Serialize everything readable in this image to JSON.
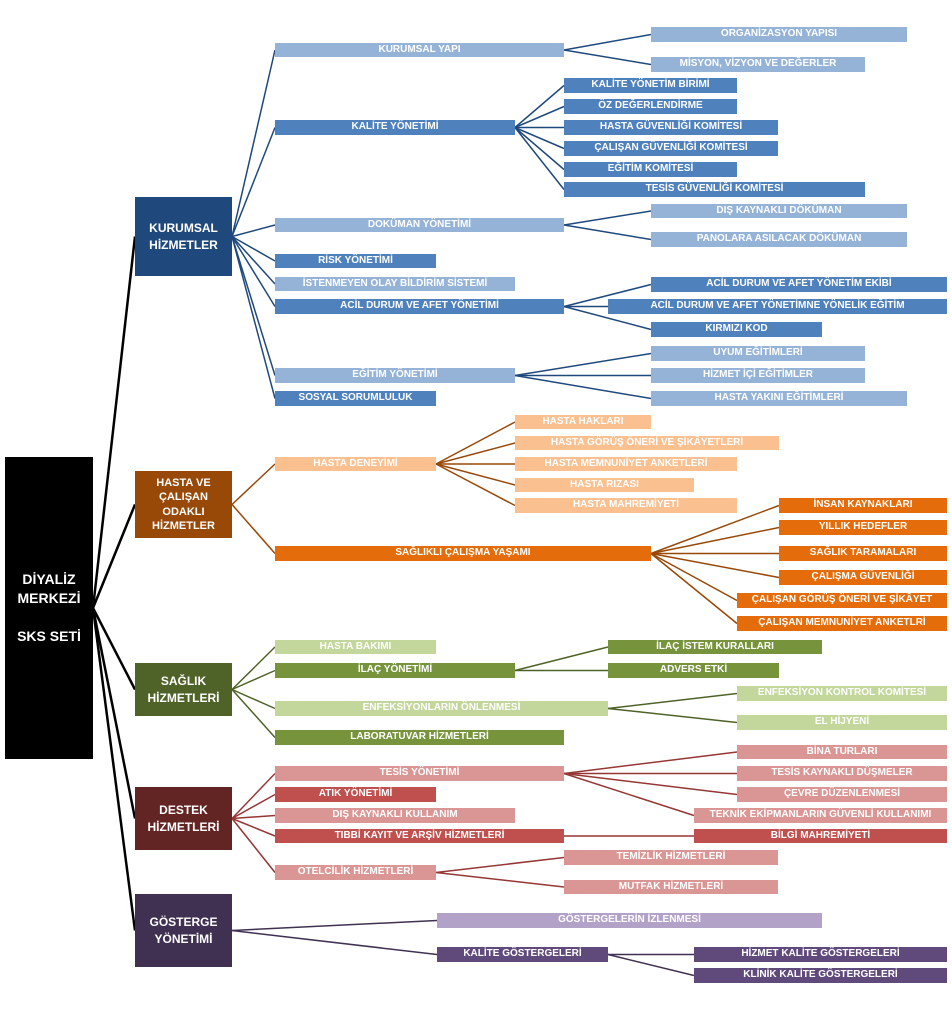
{
  "colors": {
    "root": "#000000",
    "kurumsal": {
      "main": "#1f497d",
      "mid": "#4f81bd",
      "light": "#95b3d7",
      "line": "#1f497d"
    },
    "hasta": {
      "main": "#984807",
      "mid": "#e46c0a",
      "light": "#fac090",
      "line": "#984807"
    },
    "saglik": {
      "main": "#4f6228",
      "mid": "#77933c",
      "light": "#c3d69b",
      "line": "#4f6228"
    },
    "destek": {
      "main": "#632523",
      "mid": "#c0504d",
      "light": "#d99694",
      "line": "#953735"
    },
    "gosterge": {
      "main": "#403152",
      "mid": "#604a7b",
      "light": "#b3a2c7",
      "line": "#403152"
    }
  },
  "root": "DİYALİZ\nMERKEZİ\n\nSKS SETİ",
  "groups": {
    "kurumsal": {
      "title": "KURUMSAL\nHİZMETLER",
      "kurumsal_yapi": "KURUMSAL YAPI",
      "organizasyon_yapisi": "ORGANİZASYON YAPISI",
      "misyon": "MİSYON, VİZYON VE DEĞERLER",
      "kalite_yonetimi": "KALİTE YÖNETİMİ",
      "kalite_birimi": "KALİTE YÖNETİM BİRİMİ",
      "oz_degerlendirme": "ÖZ DEĞERLENDİRME",
      "hasta_guvenligi_komitesi": "HASTA GÜVENLİĞİ KOMİTESİ",
      "calisan_guvenligi_komitesi": "ÇALIŞAN GÜVENLİĞİ KOMİTESİ",
      "egitim_komitesi": "EĞİTİM KOMİTESİ",
      "tesis_guvenligi_komitesi": "TESİS GÜVENLİĞİ KOMİTESİ",
      "dokuman_yonetimi": "DOKÜMAN YÖNETİMİ",
      "dis_kaynakli_dokuman": "DIŞ KAYNAKLI DÖKÜMAN",
      "panolara": "PANOLARA ASILACAK DÖKÜMAN",
      "risk_yonetimi": "RİSK YÖNETİMİ",
      "istenmeyen_olay": "İSTENMEYEN OLAY BİLDİRİM SİSTEMİ",
      "acil_durum": "ACİL DURUM VE AFET YÖNETİMİ",
      "acil_ekip": "ACİL DURUM VE AFET YÖNETİM EKİBİ",
      "acil_egitim": "ACİL DURUM VE AFET YÖNETİMNE YÖNELİK EĞİTİM",
      "kirmizi_kod": "KIRMIZI KOD",
      "egitim_yonetimi": "EĞİTİM YÖNETİMİ",
      "uyum_egitimleri": "UYUM EĞİTİMLERİ",
      "hizmet_ici": "HİZMET İÇİ EĞİTİMLER",
      "hasta_yakini": "HASTA YAKINI EĞİTİMLERİ",
      "sosyal_sorumluluk": "SOSYAL SORUMLULUK"
    },
    "hasta": {
      "title": "HASTA VE\nÇALIŞAN\nODAKLI\nHİZMETLER",
      "hasta_deneyimi": "HASTA DENEYİMİ",
      "hasta_haklari": "HASTA HAKLARI",
      "hasta_gorus": "HASTA GÖRÜŞ ÖNERİ VE ŞİKÂYETLERİ",
      "memnuniyet": "HASTA MEMNUNİYET ANKETLERİ",
      "hasta_rizasi": "HASTA RIZASI",
      "mahremiyet": "HASTA MAHREMİYETİ",
      "saglikli_calisma": "SAĞLIKLI ÇALIŞMA YAŞAMI",
      "insan_kaynaklari": "İNSAN KAYNAKLARI",
      "yillik_hedefler": "YILLIK HEDEFLER",
      "saglik_taramalari": "SAĞLIK TARAMALARI",
      "calisma_guvenligi": "ÇALIŞMA GÜVENLİĞİ",
      "calisan_gorus": "ÇALIŞAN GÖRÜŞ ÖNERİ VE ŞİKÂYET",
      "calisan_memnuniyet": "ÇALIŞAN MEMNUNİYET ANKETLRİ"
    },
    "saglik": {
      "title": "SAĞLIK\nHİZMETLERİ",
      "hasta_bakimi": "HASTA BAKIMI",
      "ilac_yonetimi": "İLAÇ YÖNETİMİ",
      "ilac_istem": "İLAÇ İSTEM KURALLARI",
      "advers_etki": "ADVERS ETKİ",
      "enfeksiyon_onlenmesi": "ENFEKSİYONLARIN ÖNLENMESİ",
      "enfeksiyon_komitesi": "ENFEKSİYON KONTROL KOMİTESİ",
      "el_hijyeni": "EL HİJYENİ",
      "laboratuvar": "LABORATUVAR HİZMETLERİ"
    },
    "destek": {
      "title": "DESTEK\nHİZMETLERİ",
      "tesis_yonetimi": "TESİS YÖNETİMİ",
      "bina_turlari": "BİNA TURLARI",
      "tesis_dusmeler": "TESİS KAYNAKLI DÜŞMELER",
      "cevre": "ÇEVRE DÜZENLENMESİ",
      "teknik_ekipman": "TEKNİK EKİPMANLARIN GÜVENLİ KULLANIMI",
      "atik_yonetimi": "ATIK YÖNETİMİ",
      "dis_kaynakli_kullanim": "DIŞ KAYNAKLI KULLANIM",
      "tibbi_kayit": "TIBBİ KAYIT VE ARŞİV HİZMETLERİ",
      "bilgi_mahremiyeti": "BİLGİ MAHREMİYETİ",
      "otelcilik": "OTELCİLİK HİZMETLERİ",
      "temizlik": "TEMİZLİK HİZMETLERİ",
      "mutfak": "MUTFAK HİZMETLERİ"
    },
    "gosterge": {
      "title": "GÖSTERGE\nYÖNETİMİ",
      "izlenmesi": "GÖSTERGELERİN İZLENMESİ",
      "kalite_gostergeleri": "KALİTE GÖSTERGELERİ",
      "hizmet_kalite": "HİZMET KALİTE GÖSTERGELERİ",
      "klinik_kalite": "KLİNİK KALİTE GÖSTERGELERİ"
    }
  }
}
